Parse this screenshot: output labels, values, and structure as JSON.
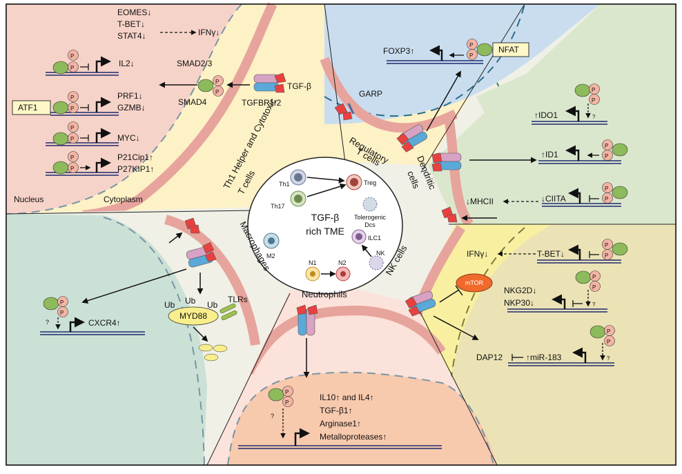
{
  "center": {
    "title_line1": "TGF-β",
    "title_line2": "rich TME",
    "cells": {
      "th1": "Th1",
      "th17": "Th17",
      "treg": "Treg",
      "tolerogenic_line1": "Tolerogenic",
      "tolerogenic_line2": "Dcs",
      "m2": "M2",
      "ilc1": "ILC1",
      "nk": "NK",
      "n1": "N1",
      "n2": "N2"
    }
  },
  "sector_labels": {
    "th1_line1": "Th1 Helper and Cytotoxic",
    "th1_line2": "T cells",
    "treg_line1": "Regulatory",
    "treg_line2": "T cells",
    "dc_line1": "Dendritic",
    "dc_line2": "cells",
    "nk": "NK cells",
    "neutrophils": "Neutrophils",
    "macrophages": "Macrophages"
  },
  "th1": {
    "genes": [
      "EOMES↓",
      "T-BET↓",
      "STAT4↓"
    ],
    "ifng": "IFNγ↓",
    "il2": "IL2↓",
    "atf1": "ATF1",
    "prf1": "PRF1↓",
    "gzmb": "GZMB↓",
    "myc": "MYC↓",
    "p21": "P21Cip1↑",
    "p27": "P27KIP1↑",
    "smad23": "SMAD2/3",
    "smad4": "SMAD4",
    "tgfb": "TGF-β",
    "tgfbr": "TGFBR1/2",
    "nucleus": "Nucleus",
    "cytoplasm": "Cytoplasm",
    "p": "P"
  },
  "treg": {
    "foxp3": "FOXP3↑",
    "nfat": "NFAT",
    "garp": "GARP"
  },
  "dc": {
    "ido1": "↑IDO1",
    "id1": "↑ID1",
    "ciita": "↓CIITA",
    "mhcii": "↓MHCII",
    "q": "?"
  },
  "nk": {
    "ifng": "IFNγ↓",
    "tbet": "T-BET↓",
    "mtor": "mTOR",
    "nkg2d": "NKG2D↓",
    "nkp30": "NKP30↓",
    "dap12": "DAP12",
    "mir183": "↑miR-183"
  },
  "neutro": {
    "line1": "IL10↑ and IL4↑",
    "line2": "TGF-β1↑",
    "line3": "Arginase1↑",
    "line4": "Metalloproteases↑"
  },
  "macro": {
    "ub": "Ub",
    "myd88": "MYD88",
    "tlrs": "TLRs",
    "cxcr4": "CXCR4↑"
  },
  "colors": {
    "nucleus_pink": "#f6d3c8",
    "cyto_pink": "#fbe2da",
    "yellow": "#fdf1c6",
    "blue": "#c9ddef",
    "green": "#dbe7cd",
    "olive": "#ebe3b5",
    "teal": "#cbe1d6",
    "peach": "#f7c9ad",
    "membrane": "#e7a49c",
    "receptor_pink": "#d7a2c4",
    "receptor_blue": "#5aa9d8",
    "receptor_red": "#e8413f",
    "smad_green": "#8dba5a",
    "smad_pink": "#f3b4a4"
  }
}
